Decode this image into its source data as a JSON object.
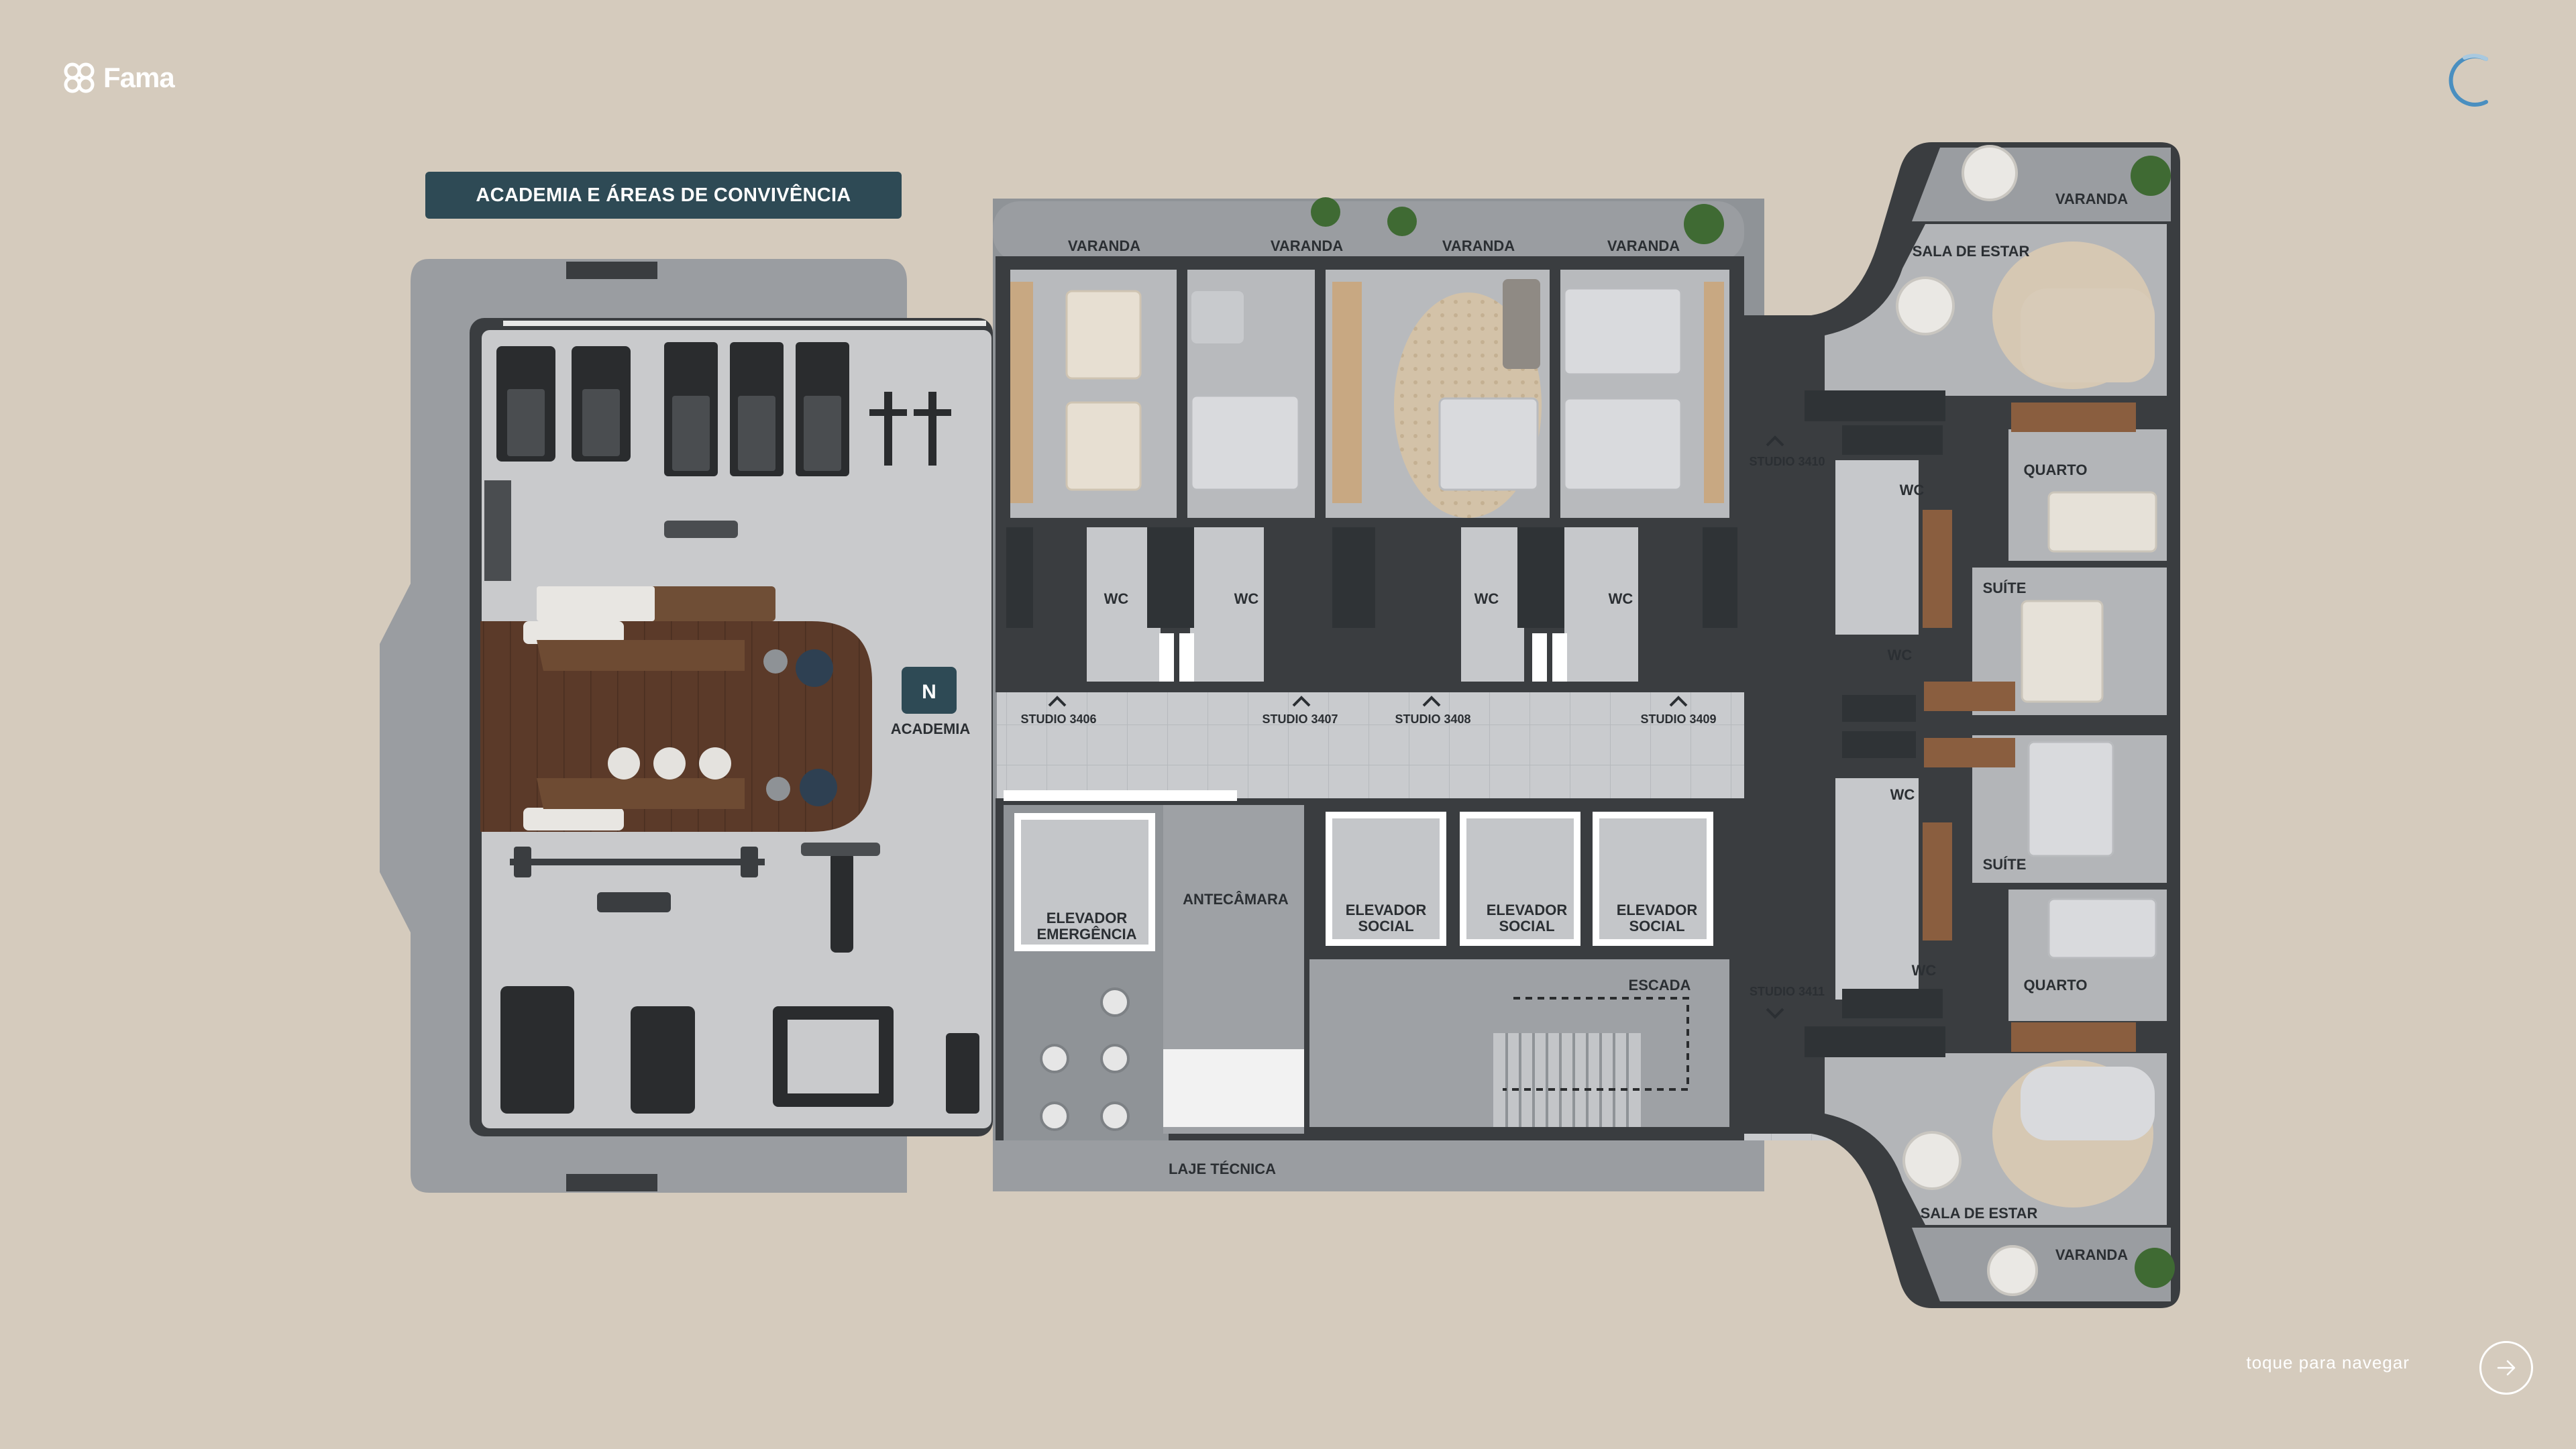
{
  "brand": {
    "name": "Fama"
  },
  "title": "ACADEMIA E ÁREAS DE CONVIVÊNCIA",
  "north": {
    "letter": "N",
    "area": "ACADEMIA"
  },
  "rooms": {
    "varanda": "VARANDA",
    "wc": "WC",
    "sala_estar": "SALA DE ESTAR",
    "quarto": "QUARTO",
    "suite": "SUÍTE",
    "antecamara": "ANTECÂMARA",
    "escada": "ESCADA",
    "laje_tecnica": "LAJE TÉCNICA",
    "elevador_emergencia_1": "ELEVADOR",
    "elevador_emergencia_2": "EMERGÊNCIA",
    "elevador_social_1": "ELEVADOR",
    "elevador_social_2": "SOCIAL"
  },
  "studios": {
    "s3406": "STUDIO 3406",
    "s3407": "STUDIO 3407",
    "s3408": "STUDIO 3408",
    "s3409": "STUDIO 3409",
    "s3410": "STUDIO 3410",
    "s3411": "STUDIO 3411"
  },
  "nav_hint": "toque para navegar",
  "icons": {
    "logo": "clover-logo-icon",
    "loader": "loading-spinner-icon",
    "next": "arrow-right-icon"
  },
  "colors": {
    "background": "#d5cbbd",
    "badge": "#2e4a55",
    "wall": "#3a3d40",
    "floor": "#c4c6c9",
    "wood": "#5a3b2a",
    "accent": "#4a8fc0"
  }
}
